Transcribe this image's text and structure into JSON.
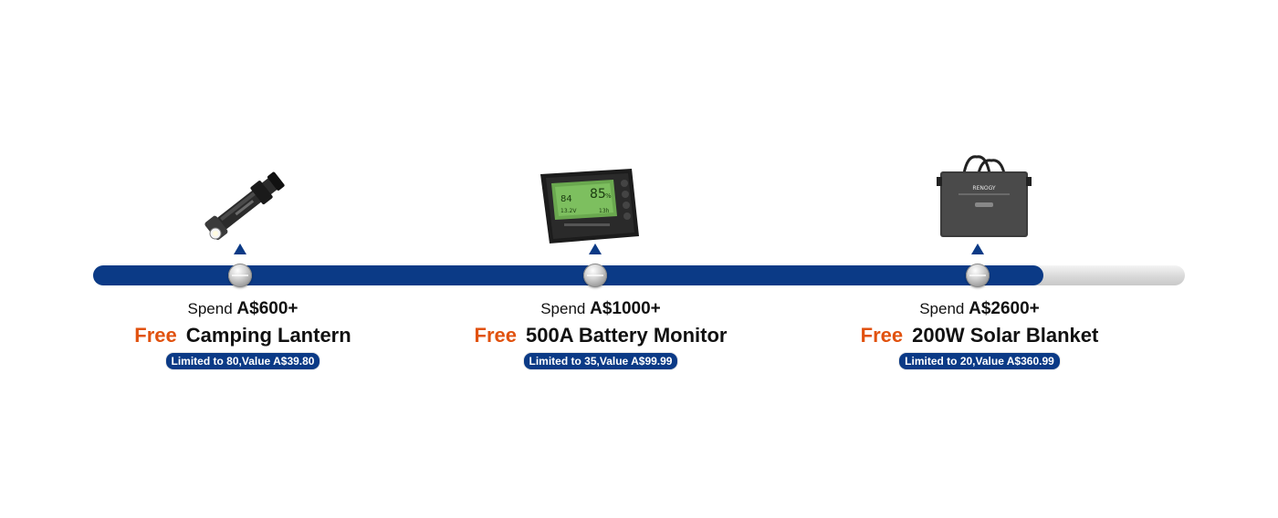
{
  "colors": {
    "track": "#0b3a86",
    "free": "#e1520f",
    "track_remaining": "#d4d4d4"
  },
  "progress": 0.87,
  "tiers": [
    {
      "spend_label": "Spend",
      "spend_amount": "A$600+",
      "free_label": "Free",
      "gift": "Camping Lantern",
      "limit": "Limited to 80,Value A$39.80",
      "icon": "flashlight-icon"
    },
    {
      "spend_label": "Spend",
      "spend_amount": "A$1000+",
      "free_label": "Free",
      "gift": "500A Battery Monitor",
      "limit": "Limited to 35,Value A$99.99",
      "icon": "battery-monitor-icon",
      "screen": {
        "value1": "84",
        "value2": "85",
        "unit": "%",
        "value3": "13.2V",
        "value4": "13h"
      }
    },
    {
      "spend_label": "Spend",
      "spend_amount": "A$2600+",
      "free_label": "Free",
      "gift": "200W Solar Blanket",
      "limit": "Limited to 20,Value A$360.99",
      "icon": "solar-blanket-icon",
      "brand": "RENOGY"
    }
  ]
}
